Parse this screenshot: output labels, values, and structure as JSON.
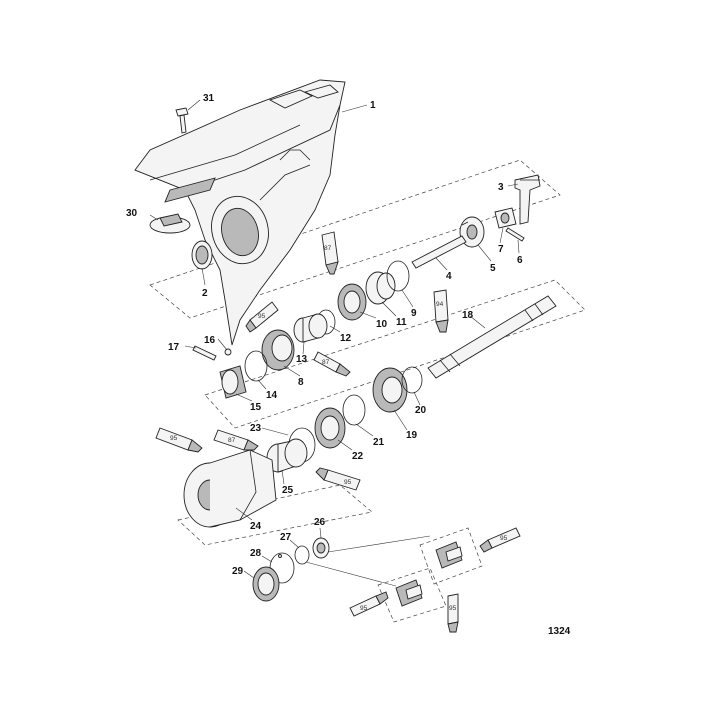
{
  "callouts": {
    "c1": "1",
    "c2": "2",
    "c3": "3",
    "c4": "4",
    "c5": "5",
    "c6": "6",
    "c7": "7",
    "c8": "8",
    "c9": "9",
    "c10": "10",
    "c11": "11",
    "c12": "12",
    "c13": "13",
    "c14": "14",
    "c15": "15",
    "c16": "16",
    "c17": "17",
    "c18": "18",
    "c19": "19",
    "c20": "20",
    "c21": "21",
    "c22": "22",
    "c23": "23",
    "c24": "24",
    "c25": "25",
    "c26": "26",
    "c27": "27",
    "c28": "28",
    "c29": "29",
    "c30": "30",
    "c31": "31"
  },
  "tube_labels": {
    "t87a": "87",
    "t95a": "95",
    "t87b": "87",
    "t94": "94",
    "t95b": "95",
    "t87c": "87",
    "t95c": "95",
    "t95d": "95",
    "t95e": "95",
    "t95f": "95"
  },
  "figure_ref": "1324"
}
